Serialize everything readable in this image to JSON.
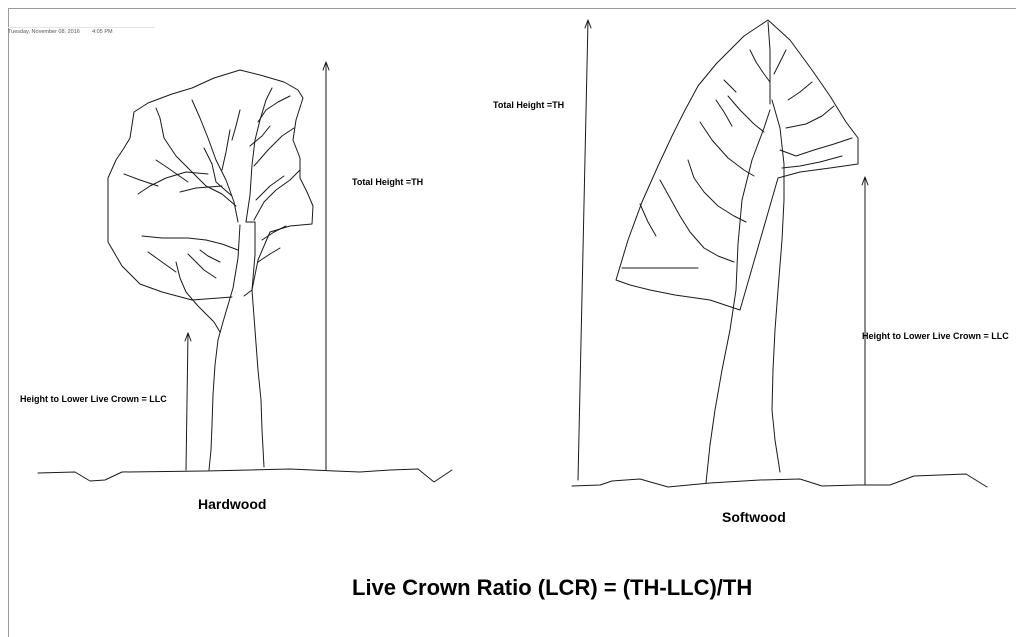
{
  "stamp": {
    "date": "Tuesday, November 08, 2016",
    "time": "4:05 PM"
  },
  "hardwood": {
    "label": "Hardwood",
    "total_height_label": "Total Height =TH",
    "llc_label": "Height to Lower Live Crown = LLC"
  },
  "softwood": {
    "label": "Softwood",
    "total_height_label": "Total Height =TH",
    "llc_label": "Height to Lower Live Crown = LLC"
  },
  "formula": "Live Crown Ratio (LCR) = (TH-LLC)/TH"
}
